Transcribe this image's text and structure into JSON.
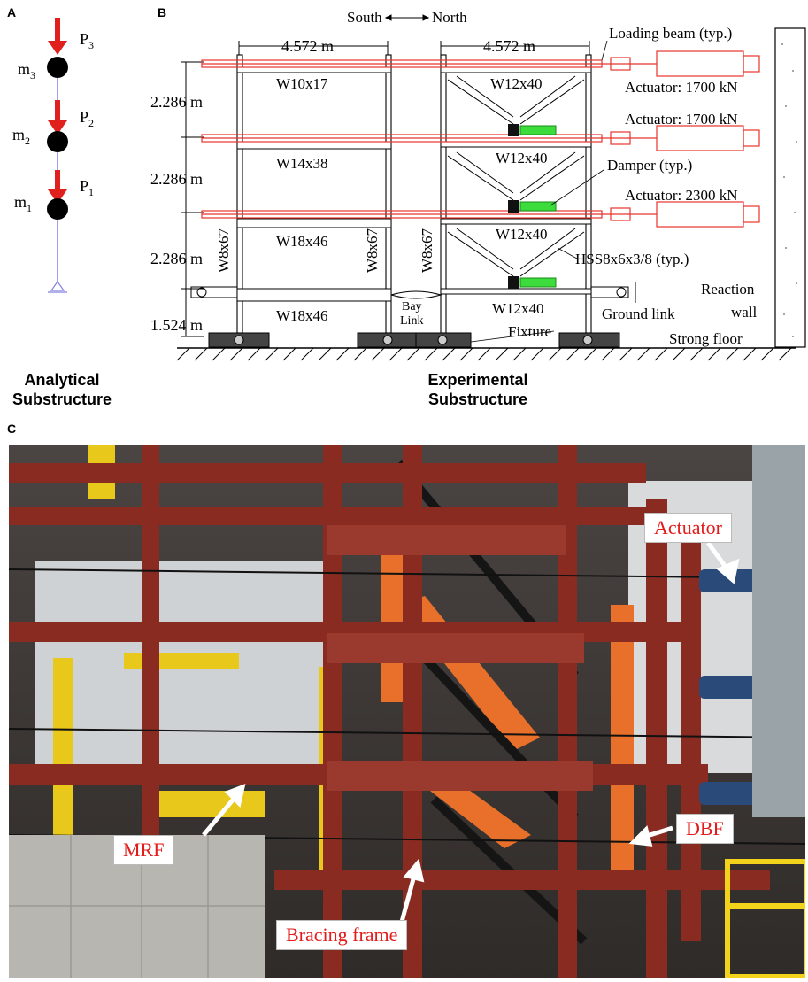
{
  "panels": {
    "a": "A",
    "b": "B",
    "c": "C"
  },
  "analytical": {
    "masses": [
      {
        "name": "m",
        "sub": "3",
        "force": "P",
        "force_sub": "3"
      },
      {
        "name": "m",
        "sub": "2",
        "force": "P",
        "force_sub": "2"
      },
      {
        "name": "m",
        "sub": "1",
        "force": "P",
        "force_sub": "1"
      }
    ],
    "caption_line1": "Analytical",
    "caption_line2": "Substructure"
  },
  "experimental": {
    "direction_south": "South",
    "direction_north": "North",
    "bay_widths": [
      "4.572 m",
      "4.572 m"
    ],
    "story_heights": [
      "2.286 m",
      "2.286 m",
      "2.286 m",
      "1.524 m"
    ],
    "beams_left": [
      "W10x17",
      "W14x38",
      "W18x46",
      "W18x46"
    ],
    "beams_right": [
      "W12x40",
      "W12x40",
      "W12x40",
      "W12x40"
    ],
    "columns": [
      "W8x67",
      "W8x67",
      "W8x67"
    ],
    "labels": {
      "loading_beam": "Loading beam (typ.)",
      "actuator_1": "Actuator: 1700 kN",
      "actuator_2": "Actuator: 1700 kN",
      "actuator_3": "Actuator: 2300 kN",
      "damper": "Damper (typ.)",
      "brace": "HSS8x6x3/8  (typ.)",
      "bay_link_1": "Bay",
      "bay_link_2": "Link",
      "ground_link": "Ground link",
      "fixture": "Fixture",
      "reaction_1": "Reaction",
      "reaction_2": "wall",
      "strong_floor": "Strong floor"
    },
    "caption_line1": "Experimental",
    "caption_line2": "Substructure"
  },
  "photo": {
    "callouts": {
      "actuator": "Actuator",
      "mrf": "MRF",
      "dbf": "DBF",
      "bracing": "Bracing frame"
    }
  },
  "colors": {
    "loading_beam": "#e8342c",
    "damper": "#3ddc3d",
    "steel_red": "#8a2b22",
    "orange_brace": "#e8702a",
    "yellow": "#e8c81a",
    "callout_text": "#e21b1b"
  }
}
